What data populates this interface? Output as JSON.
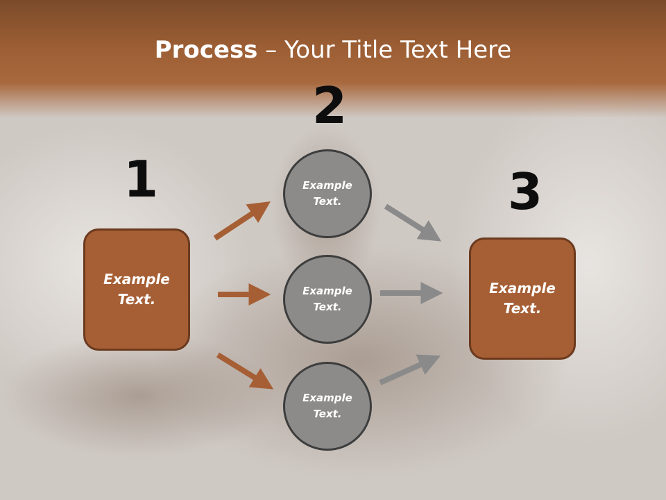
{
  "slide": {
    "title_bold": "Process",
    "title_rest": " – Your Title Text Here"
  },
  "steps": {
    "one": "1",
    "two": "2",
    "three": "3"
  },
  "left_box": {
    "text": "Example Text."
  },
  "circles": [
    {
      "text": "Example Text."
    },
    {
      "text": "Example Text."
    },
    {
      "text": "Example Text."
    }
  ],
  "right_box": {
    "text": "Example Text."
  },
  "colors": {
    "header": "#9c5e34",
    "box_fill": "#a65f35",
    "box_border": "#6b3a1e",
    "circle_fill": "#8c8b8a",
    "circle_border": "#3d3d3d",
    "arrow_left": "#a65f35",
    "arrow_right": "#8a8a8a"
  }
}
